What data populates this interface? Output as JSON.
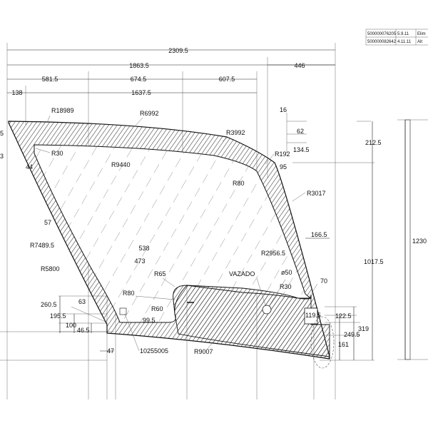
{
  "revision_table": [
    {
      "code": "500000076205",
      "date": "5.9.11",
      "note": "Elim"
    },
    {
      "code": "500000082642",
      "date": "4.11.11",
      "note": "Alt"
    }
  ],
  "dimensions": {
    "overall_width": "2309.5",
    "d_1863_5": "1863.5",
    "d_446": "446",
    "d_581_5": "581.5",
    "d_674_5": "674.5",
    "d_607_5": "607.5",
    "d_138": "138",
    "d_1637_5": "1637.5",
    "d_16": "16",
    "d_62": "62",
    "d_134_5": "134.5",
    "d_212_5": "212.5",
    "d_5": "5",
    "d_3": "3",
    "d_44": "44",
    "d_95": "95",
    "d_57": "57",
    "d_166_5": "166.5",
    "d_1017_5": "1017.5",
    "d_1230": "1230",
    "d_538": "538",
    "d_473": "473",
    "d_70": "70",
    "d_63": "63",
    "d_260_5": "260.5",
    "d_195_5": "195.5",
    "d_100": "100",
    "d_46_5": "46.5",
    "d_99_5": "99.5",
    "d_119_5": "119.5",
    "d_122_5": "122.5",
    "d_249_5": "249.5",
    "d_319": "319",
    "d_161": "161",
    "d_47": "47",
    "part_no": "10255005"
  },
  "radii": {
    "r18989": "R18989",
    "r6992": "R6992",
    "r3992": "R3992",
    "r30a": "R30",
    "r9440": "R9440",
    "r192": "R192",
    "r80a": "R80",
    "r3017": "R3017",
    "r7489": "R7489.5",
    "r5800": "R5800",
    "r2956": "R2956.5",
    "r65": "R65",
    "r80b": "R80",
    "r60": "R60",
    "r30b": "R30",
    "r9007": "R9007",
    "dia50": "ø50"
  },
  "labels": {
    "vazado": "VAZADO"
  }
}
